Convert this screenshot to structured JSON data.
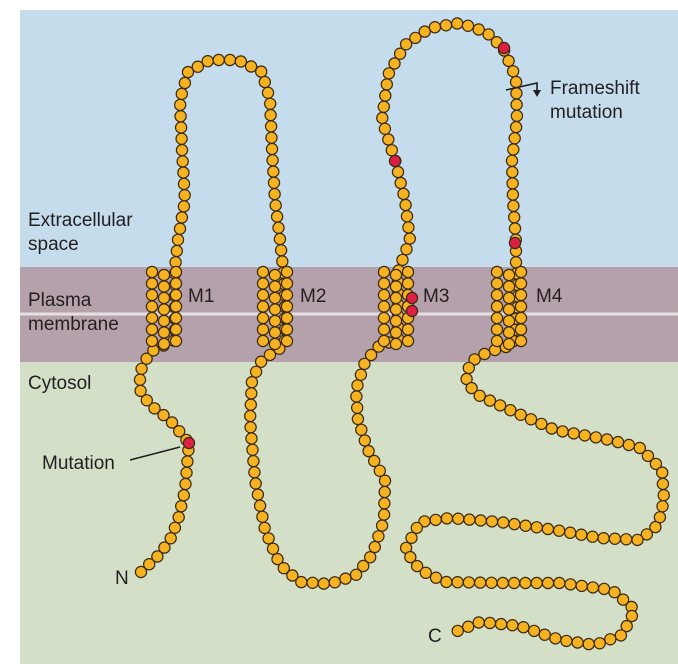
{
  "regions": {
    "extracellular": "Extracellular\nspace",
    "membrane": "Plasma\nmembrane",
    "cytosol": "Cytosol"
  },
  "helices": [
    "M1",
    "M2",
    "M3",
    "M4"
  ],
  "annotations": {
    "frameshift": "Frameshift\nmutation",
    "mutation": "Mutation"
  },
  "termini": {
    "n": "N",
    "c": "C"
  },
  "colors": {
    "extracellular": "#c5dced",
    "membrane": "#b5a1ab",
    "cytosol": "#d3dfc7",
    "membrane_midline": "#e6e0e3",
    "residue": "#f6b221",
    "residue_stroke": "#3a2a10",
    "mutation_residue": "#dc1f43"
  }
}
